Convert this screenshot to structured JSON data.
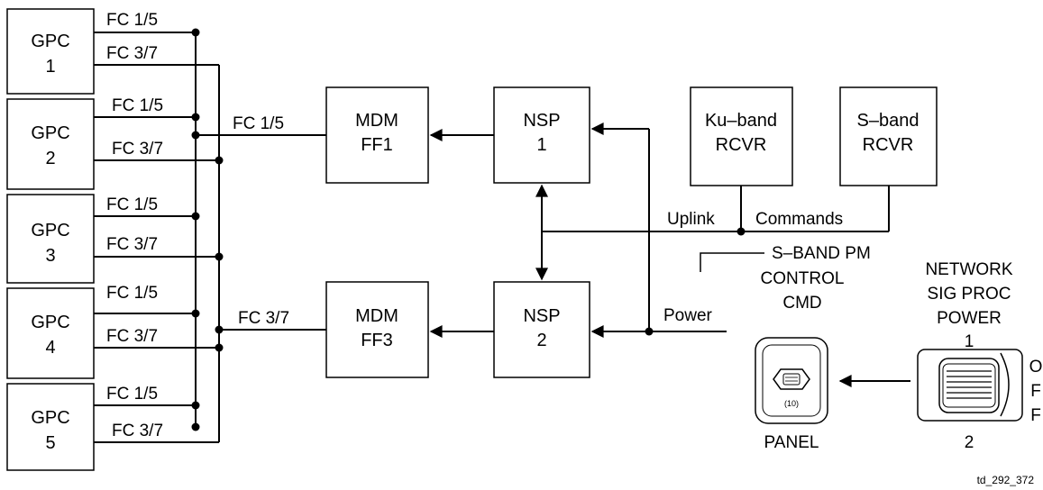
{
  "gpcs": [
    {
      "line1": "GPC",
      "line2": "1"
    },
    {
      "line1": "GPC",
      "line2": "2"
    },
    {
      "line1": "GPC",
      "line2": "3"
    },
    {
      "line1": "GPC",
      "line2": "4"
    },
    {
      "line1": "GPC",
      "line2": "5"
    }
  ],
  "bus_labels": {
    "fc15": "FC 1/5",
    "fc37": "FC 3/7"
  },
  "mdm1": {
    "line1": "MDM",
    "line2": "FF1",
    "bus": "FC 1/5"
  },
  "mdm3": {
    "line1": "MDM",
    "line2": "FF3",
    "bus": "FC 3/7"
  },
  "nsp1": {
    "line1": "NSP",
    "line2": "1"
  },
  "nsp2": {
    "line1": "NSP",
    "line2": "2"
  },
  "ku_rcvr": {
    "line1": "Ku–band",
    "line2": "RCVR"
  },
  "s_rcvr": {
    "line1": "S–band",
    "line2": "RCVR"
  },
  "uplink_label": "Uplink",
  "commands_label": "Commands",
  "sband_pm_label": "S–BAND PM",
  "control_cmd": {
    "line1": "CONTROL",
    "line2": "CMD"
  },
  "power_label": "Power",
  "network_switch": {
    "line1": "NETWORK",
    "line2": "SIG PROC",
    "line3": "POWER",
    "pos_top": "1",
    "pos_bottom": "2",
    "off": [
      "O",
      "F",
      "F"
    ]
  },
  "panel": {
    "label": "PANEL",
    "number": "(10)"
  },
  "figure_id": "td_292_372"
}
